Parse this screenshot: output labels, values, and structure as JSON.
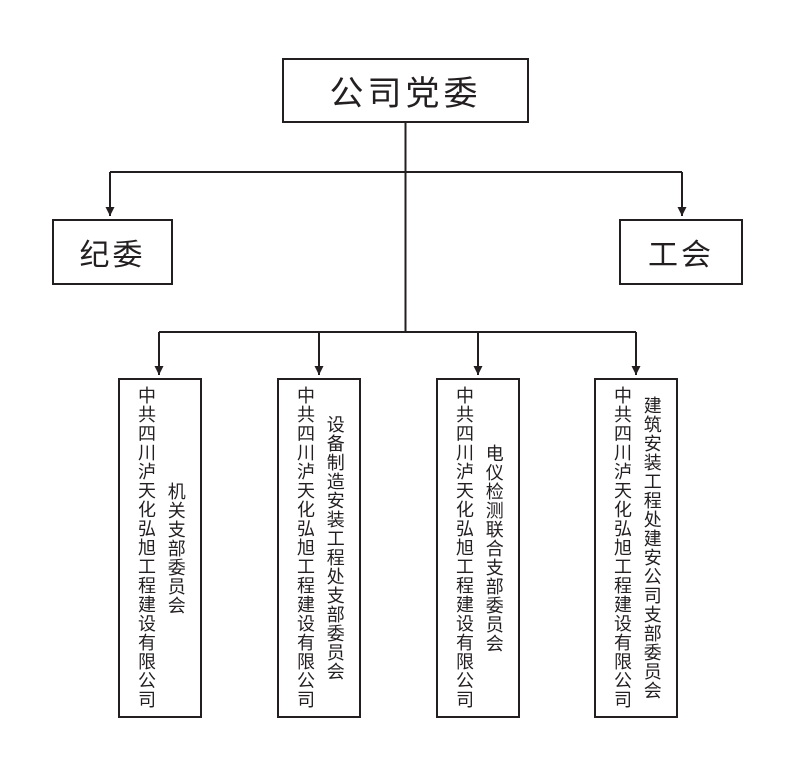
{
  "org_chart": {
    "type": "organization-chart",
    "colors": {
      "line": "#231f20",
      "text": "#231f20",
      "background": "#ffffff"
    },
    "root": {
      "label": "公司党委"
    },
    "subordinates": [
      {
        "label": "纪委"
      },
      {
        "label": "工会"
      }
    ],
    "party_branches": [
      {
        "org": "中共四川泸天化弘旭工程建设有限公司",
        "committee": "机关支部委员会"
      },
      {
        "org": "中共四川泸天化弘旭工程建设有限公司",
        "committee": "设备制造安装工程处支部委员会"
      },
      {
        "org": "中共四川泸天化弘旭工程建设有限公司",
        "committee": "电仪检测联合支部委员会"
      },
      {
        "org": "中共四川泸天化弘旭工程建设有限公司",
        "committee": "建筑安装工程处建安公司支部委员会"
      }
    ]
  }
}
